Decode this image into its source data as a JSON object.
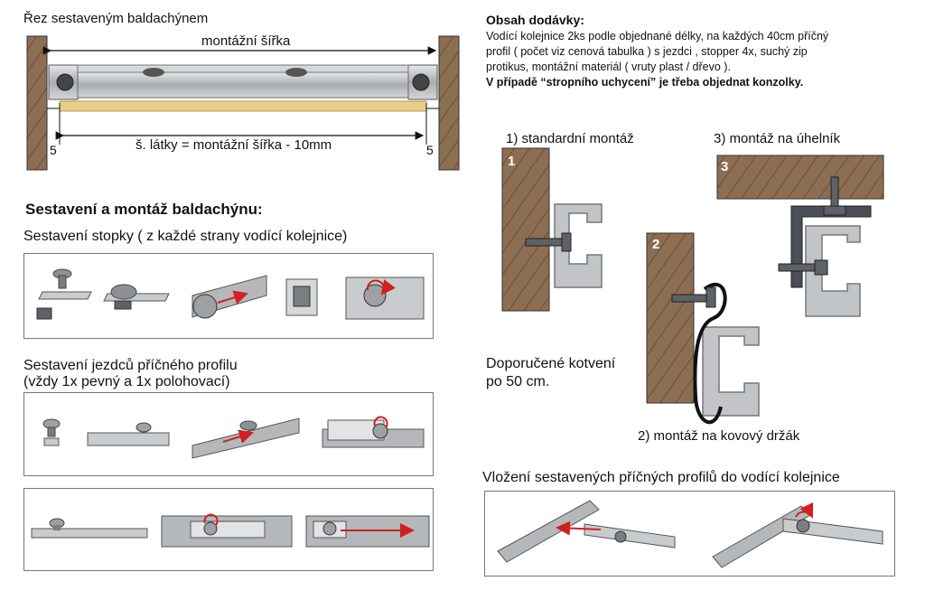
{
  "cross_section": {
    "title": "Řez sestaveným baldachýnem",
    "mount_width_label": "montážní šířka",
    "fabric_width_label": "š. látky = montážní šířka - 10mm",
    "gap_left": "5",
    "gap_right": "5"
  },
  "delivery": {
    "heading": "Obsah dodávky:",
    "line1": "Vodící kolejnice 2ks podle objednané délky, na každých 40cm příčný",
    "line2": "profil ( počet viz cenová tabulka ) s jezdci , stopper 4x, suchý zip",
    "line3": "protikus, montážní materiál ( vruty plast / dřevo ).",
    "note": "V případě “stropního uchycení” je třeba objednat konzolky."
  },
  "assembly": {
    "heading": "Sestavení a montáž baldachýnu:",
    "stopper_label": "Sestavení stopky ( z každé strany vodící kolejnice)",
    "runners_label_1": "Sestavení jezdců příčného profilu",
    "runners_label_2": "(vždy 1x pevný a 1x polohovací)"
  },
  "mounting": {
    "standard": "1) standardní montáž",
    "bracket": "2) montáž na kovový držák",
    "angle": "3) montáž na úhelník",
    "num1": "1",
    "num2": "2",
    "num3": "3",
    "anchor_1": "Doporučené kotvení",
    "anchor_2": "po 50 cm."
  },
  "insertion": {
    "label": "Vložení sestavených příčných profilů do vodící kolejnice"
  },
  "colors": {
    "wood": "#8c6e52",
    "rail": "#b5b8ba",
    "fabric": "#e8cf8a",
    "arrow": "#d21f1f"
  }
}
